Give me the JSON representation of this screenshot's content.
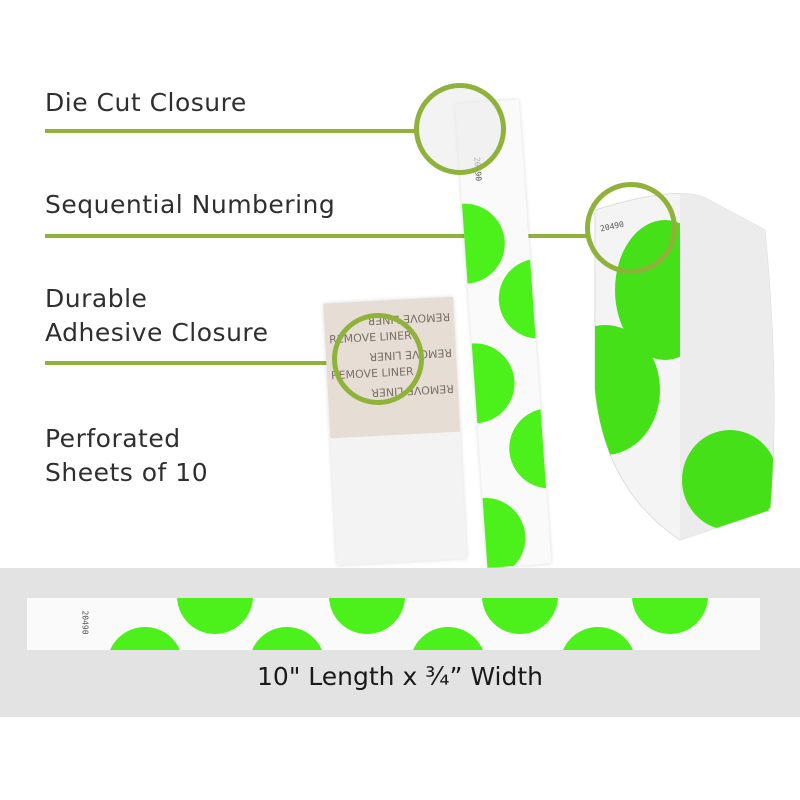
{
  "features": [
    {
      "label_lines": [
        "Die Cut Closure"
      ]
    },
    {
      "label_lines": [
        "Sequential Numbering"
      ]
    },
    {
      "label_lines": [
        "Durable",
        "Adhesive Closure"
      ]
    },
    {
      "label_lines": [
        "Perforated",
        "Sheets of 10"
      ]
    }
  ],
  "product": {
    "serial_number": "20490",
    "liner_text": "REMOVE LINER",
    "dot_color": "#4cf01a",
    "accent_color": "#8fb23a"
  },
  "dimensions_caption": "10\" Length x ¾” Width"
}
